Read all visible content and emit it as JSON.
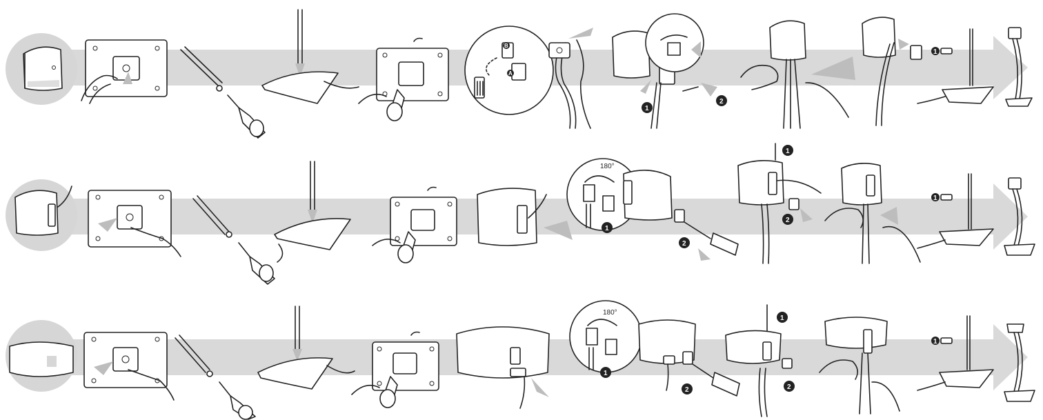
{
  "callouts": {
    "one": "1",
    "two": "2",
    "rotate": "180°",
    "label_a": "A",
    "label_b": "B"
  },
  "rows": [
    {
      "product": "cube-speaker"
    },
    {
      "product": "side-mount-speaker"
    },
    {
      "product": "center-channel-speaker"
    }
  ],
  "colors": {
    "band": "#d9d9d9",
    "line": "#222222",
    "background": "#ffffff"
  }
}
